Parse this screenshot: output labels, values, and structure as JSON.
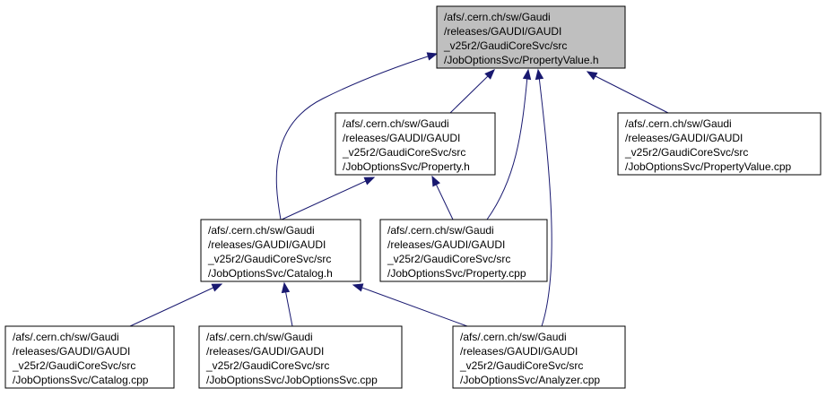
{
  "nodes": {
    "property_value_h": {
      "lines": [
        "/afs/.cern.ch/sw/Gaudi",
        "/releases/GAUDI/GAUDI",
        "_v25r2/GaudiCoreSvc/src",
        "/JobOptionsSvc/PropertyValue.h"
      ],
      "highlight": true
    },
    "property_h": {
      "lines": [
        "/afs/.cern.ch/sw/Gaudi",
        "/releases/GAUDI/GAUDI",
        "_v25r2/GaudiCoreSvc/src",
        "/JobOptionsSvc/Property.h"
      ]
    },
    "property_value_cpp": {
      "lines": [
        "/afs/.cern.ch/sw/Gaudi",
        "/releases/GAUDI/GAUDI",
        "_v25r2/GaudiCoreSvc/src",
        "/JobOptionsSvc/PropertyValue.cpp"
      ]
    },
    "catalog_h": {
      "lines": [
        "/afs/.cern.ch/sw/Gaudi",
        "/releases/GAUDI/GAUDI",
        "_v25r2/GaudiCoreSvc/src",
        "/JobOptionsSvc/Catalog.h"
      ]
    },
    "property_cpp": {
      "lines": [
        "/afs/.cern.ch/sw/Gaudi",
        "/releases/GAUDI/GAUDI",
        "_v25r2/GaudiCoreSvc/src",
        "/JobOptionsSvc/Property.cpp"
      ]
    },
    "catalog_cpp": {
      "lines": [
        "/afs/.cern.ch/sw/Gaudi",
        "/releases/GAUDI/GAUDI",
        "_v25r2/GaudiCoreSvc/src",
        "/JobOptionsSvc/Catalog.cpp"
      ]
    },
    "job_options_svc_cpp": {
      "lines": [
        "/afs/.cern.ch/sw/Gaudi",
        "/releases/GAUDI/GAUDI",
        "_v25r2/GaudiCoreSvc/src",
        "/JobOptionsSvc/JobOptionsSvc.cpp"
      ]
    },
    "analyzer_cpp": {
      "lines": [
        "/afs/.cern.ch/sw/Gaudi",
        "/releases/GAUDI/GAUDI",
        "_v25r2/GaudiCoreSvc/src",
        "/JobOptionsSvc/Analyzer.cpp"
      ]
    }
  },
  "edges": [
    {
      "from": "property_h",
      "to": "property_value_h"
    },
    {
      "from": "catalog_h",
      "to": "property_value_h"
    },
    {
      "from": "property_cpp",
      "to": "property_value_h"
    },
    {
      "from": "analyzer_cpp",
      "to": "property_value_h"
    },
    {
      "from": "property_value_cpp",
      "to": "property_value_h"
    },
    {
      "from": "catalog_h",
      "to": "property_h"
    },
    {
      "from": "property_cpp",
      "to": "property_h"
    },
    {
      "from": "catalog_cpp",
      "to": "catalog_h"
    },
    {
      "from": "job_options_svc_cpp",
      "to": "catalog_h"
    },
    {
      "from": "analyzer_cpp",
      "to": "catalog_h"
    }
  ],
  "colors": {
    "edge": "#191970",
    "highlight_fill": "#bfbfbf",
    "node_fill": "#ffffff",
    "border": "#000000"
  }
}
